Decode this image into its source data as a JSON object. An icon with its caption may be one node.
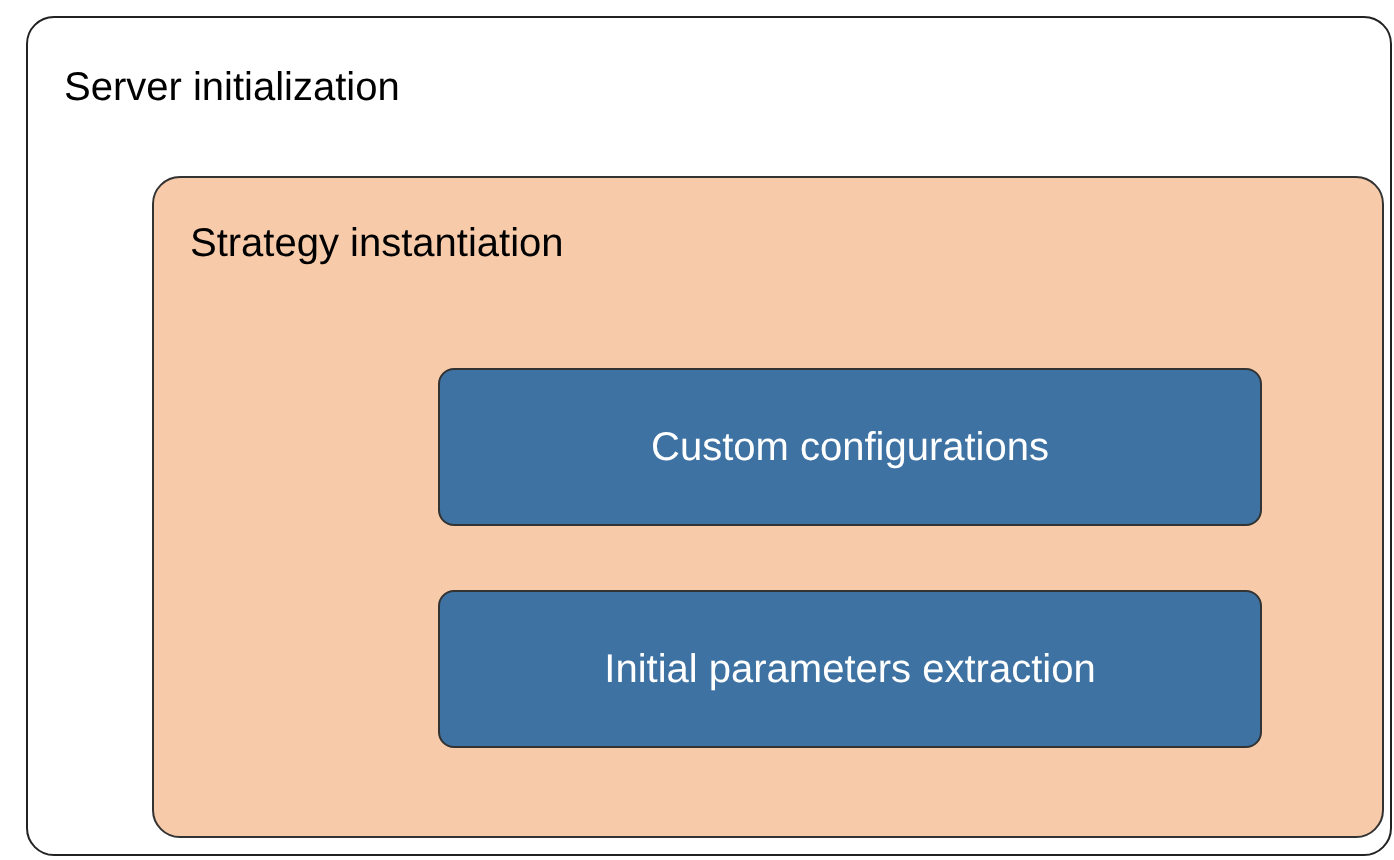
{
  "diagram": {
    "nodes": [
      {
        "text": [
          "Server initialization"
        ]
      },
      {
        "text": [
          "Strategy instantiation"
        ],
        "in": 0
      },
      {
        "text": [
          "Custom configurations"
        ],
        "in": 1
      },
      {
        "text": [
          "Initial parameters extraction"
        ],
        "in": 1
      }
    ]
  }
}
